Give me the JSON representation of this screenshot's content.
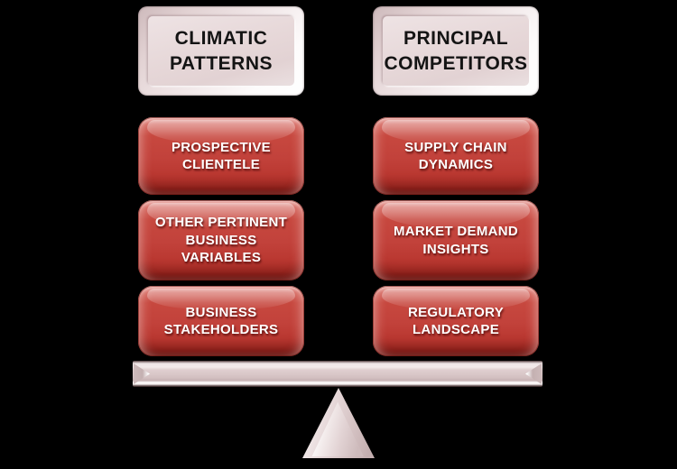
{
  "diagram": {
    "type": "balance-seesaw",
    "background_color": "#000000",
    "colors": {
      "header_box_face": "#e6d7d8",
      "header_text": "#141414",
      "item_box_face": "#c2423b",
      "item_box_highlight": "#e59a94",
      "item_box_shadow": "#841e18",
      "item_text": "#ffffff",
      "beam_face": "#d9c7c8",
      "fulcrum_face": "#e6d8d9"
    },
    "columns": [
      {
        "id": "left",
        "header": "CLIMATIC\nPATTERNS",
        "items": [
          "PROSPECTIVE\nCLIENTELE",
          "OTHER PERTINENT\nBUSINESS\nVARIABLES",
          "BUSINESS\nSTAKEHOLDERS"
        ]
      },
      {
        "id": "right",
        "header": "PRINCIPAL\nCOMPETITORS",
        "items": [
          "SUPPLY CHAIN\nDYNAMICS",
          "MARKET DEMAND\nINSIGHTS",
          "REGULATORY\nLANDSCAPE"
        ]
      }
    ],
    "balance": {
      "beam_shape": "balance-beam",
      "fulcrum_shape": "triangle-fulcrum"
    }
  }
}
